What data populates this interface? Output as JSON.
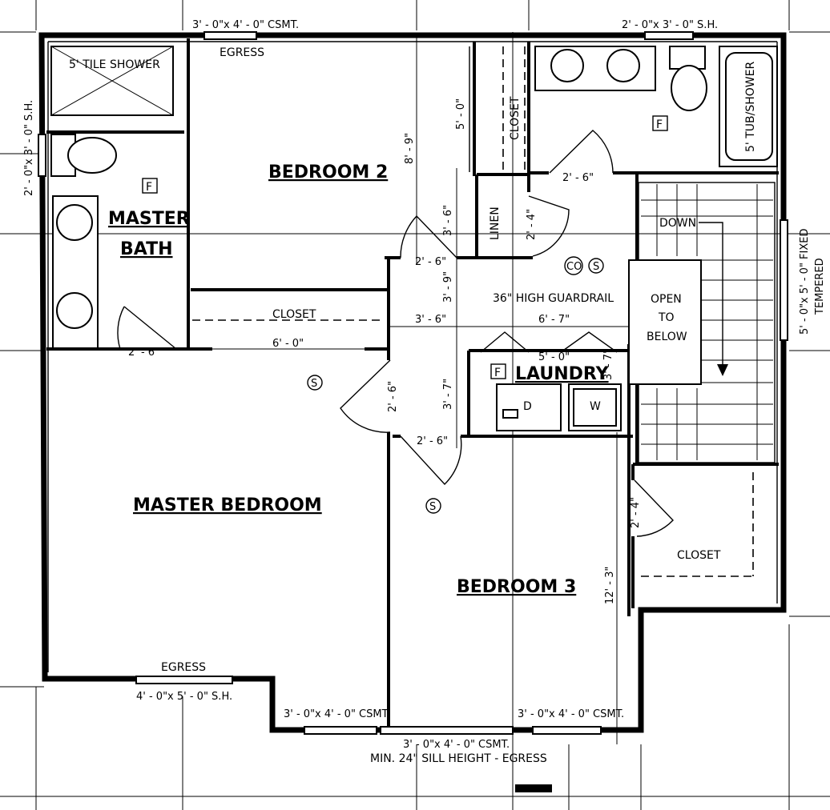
{
  "rooms": {
    "bedroom2": "BEDROOM 2",
    "master_bath_line1": "MASTER",
    "master_bath_line2": "BATH",
    "master_bedroom": "MASTER BEDROOM",
    "bedroom3": "BEDROOM 3",
    "laundry": "LAUNDRY"
  },
  "labels": {
    "tile_shower": "5' TILE SHOWER",
    "tub_shower": "5' TUB/SHOWER",
    "closet": "CLOSET",
    "linen": "LINEN",
    "down": "DOWN",
    "open1": "OPEN",
    "open2": "TO",
    "open3": "BELOW",
    "guardrail": "36\" HIGH GUARDRAIL",
    "egress": "EGRESS",
    "fixed_tempered_1": "5' - 0\"x 5' - 0\" FIXED",
    "fixed_tempered_2": "TEMPERED",
    "sill_note": "MIN. 24\" SILL HEIGHT - EGRESS",
    "fan": "F",
    "smoke": "S",
    "co": "CO",
    "dryer": "D",
    "washer": "W"
  },
  "windows": {
    "top_left": "3' - 0\"x 4' - 0\" CSMT.",
    "top_right": "2' - 0\"x 3' - 0\" S.H.",
    "left": "2' - 0\"x 3' - 0\" S.H.",
    "bottom_left": "4' - 0\"x 5' - 0\" S.H.",
    "bottom_mid_left": "3' - 0\"x 4' - 0\" CSMT.",
    "bottom_mid": "3' - 0\"x 4' - 0\" CSMT.",
    "bottom_right": "3' - 0\"x 4' - 0\" CSMT."
  },
  "dimensions": {
    "d_8_9": "8' - 9\"",
    "d_5_0": "5' - 0\"",
    "d_3_6_a": "3' - 6\"",
    "d_3_6_b": "3' - 6\"",
    "d_3_9": "3' - 9\"",
    "d_3_7_a": "3' - 7\"",
    "d_3_7_b": "3' - 7\"",
    "d_2_6_a": "2' - 6\"",
    "d_2_6_b": "2' - 6\"",
    "d_2_6_c": "2' - 6\"",
    "d_2_6_d": "2' - 6\"",
    "d_2_6_e": "2' - 6\"",
    "d_2_4_a": "2' - 4\"",
    "d_2_4_b": "2' - 4\"",
    "d_6_0": "6' - 0\"",
    "d_6_7": "6' - 7\"",
    "d_5_0_b": "5' - 0\"",
    "d_12_3": "12' - 3\""
  }
}
